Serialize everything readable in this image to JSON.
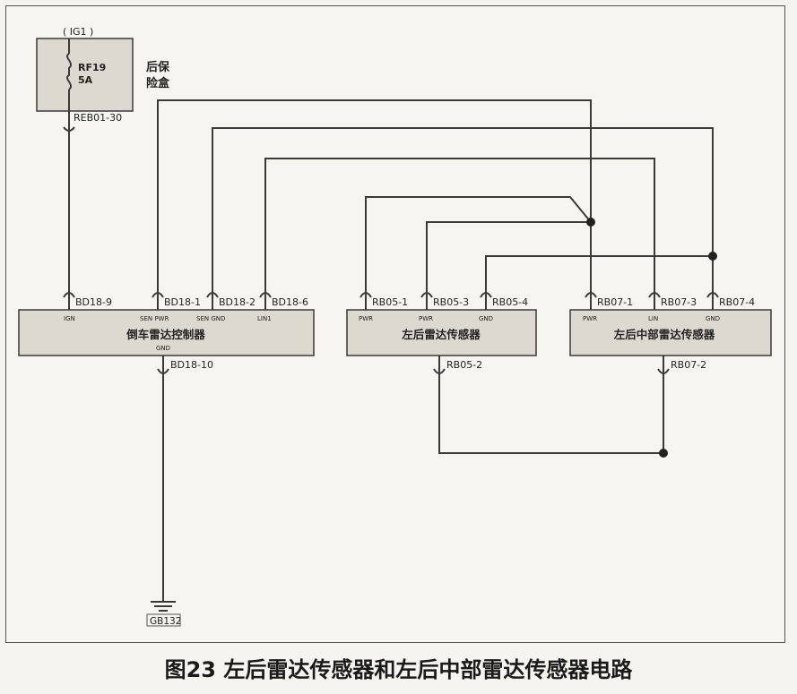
{
  "caption": "图23 左后雷达传感器和左后中部雷达传感器电路",
  "fuse_box": {
    "supply": "( IG1 )",
    "fuse_name": "RF19",
    "fuse_rating": "5A",
    "label_line1": "后保",
    "label_line2": "险盒",
    "out_pin": "REB01-30"
  },
  "controller": {
    "name": "倒车雷达控制器",
    "pins": [
      {
        "id": "BD18-9",
        "signal": "IGN"
      },
      {
        "id": "BD18-1",
        "signal": "SEN PWR"
      },
      {
        "id": "BD18-2",
        "signal": "SEN GND"
      },
      {
        "id": "BD18-6",
        "signal": "LIN1"
      }
    ],
    "ground_signal": "GND",
    "ground_pin": "BD18-10"
  },
  "sensor_left": {
    "name": "左后雷达传感器",
    "pins": [
      {
        "id": "RB05-1",
        "signal": "PWR"
      },
      {
        "id": "RB05-3",
        "signal": "PWR"
      },
      {
        "id": "RB05-4",
        "signal": "GND"
      }
    ],
    "bottom_pin": "RB05-2"
  },
  "sensor_mid": {
    "name": "左后中部雷达传感器",
    "pins": [
      {
        "id": "RB07-1",
        "signal": "PWR"
      },
      {
        "id": "RB07-3",
        "signal": "LIN"
      },
      {
        "id": "RB07-4",
        "signal": "GND"
      }
    ],
    "bottom_pin": "RB07-2"
  },
  "ground_point": "GB132"
}
